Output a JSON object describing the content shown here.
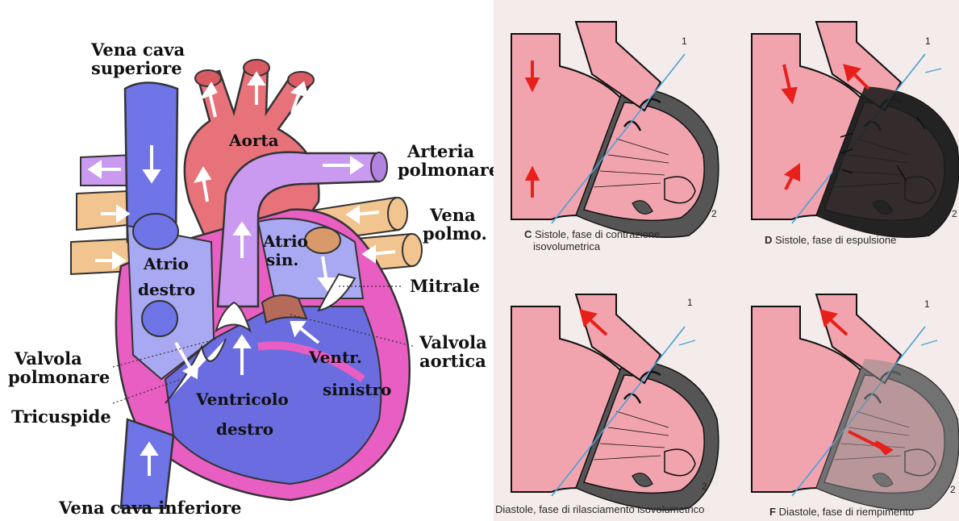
{
  "heart_diagram": {
    "labels": {
      "vena_cava_superiore_1": "Vena cava",
      "vena_cava_superiore_2": "superiore",
      "aorta": "Aorta",
      "arteria_polmonare_1": "Arteria",
      "arteria_polmonare_2": "polmonare",
      "vena_polmo_1": "Vena",
      "vena_polmo_2": "polmo.",
      "atrio_sin_1": "Atrio",
      "atrio_sin_2": "sin.",
      "mitrale": "Mitrale",
      "valvola_aortica_1": "Valvola",
      "valvola_aortica_2": "aortica",
      "atrio_destro_1": "Atrio",
      "atrio_destro_2": "destro",
      "valvola_polmonare_1": "Valvola",
      "valvola_polmonare_2": "polmonare",
      "tricuspide": "Tricuspide",
      "ventr_sinistro_1": "Ventr.",
      "ventr_sinistro_2": "sinistro",
      "ventricolo_destro_1": "Ventricolo",
      "ventricolo_destro_2": "destro",
      "vena_cava_inferiore": "Vena cava inferiore"
    },
    "colors": {
      "vena_cava": "#6f74e6",
      "aorta": "#e8727a",
      "arteria_polmonare": "#c99af0",
      "vena_polmonare": "#f2c48f",
      "pericardium": "#e85ec2",
      "ventricles": "#6a6ce0",
      "atria": "#a9a8f2"
    }
  },
  "cardiac_cycle": {
    "panels": [
      {
        "letter": "C",
        "caption_1": "Sistole, fase di contrazione",
        "caption_2": "isovolumetrica",
        "line_1": "1",
        "line_2": "2"
      },
      {
        "letter": "D",
        "caption_1": "Sistole, fase di espulsione",
        "caption_2": "",
        "line_1": "1",
        "line_2": "2"
      },
      {
        "letter": "",
        "caption_1": "Diastole, fase di rilasciamento isovolumetrico",
        "caption_2": "",
        "line_1": "1",
        "line_2": "2"
      },
      {
        "letter": "F",
        "caption_1": "Diastole, fase di riempimento",
        "caption_2": "",
        "line_1": "1",
        "line_2": "2"
      }
    ],
    "colors": {
      "blood": "#f2a4ae",
      "myocardium_wall": "#555555",
      "myocardium_dark": "#1e1e1e",
      "arrows": "#e8201c",
      "axis_line": "#4aa0d8"
    }
  }
}
